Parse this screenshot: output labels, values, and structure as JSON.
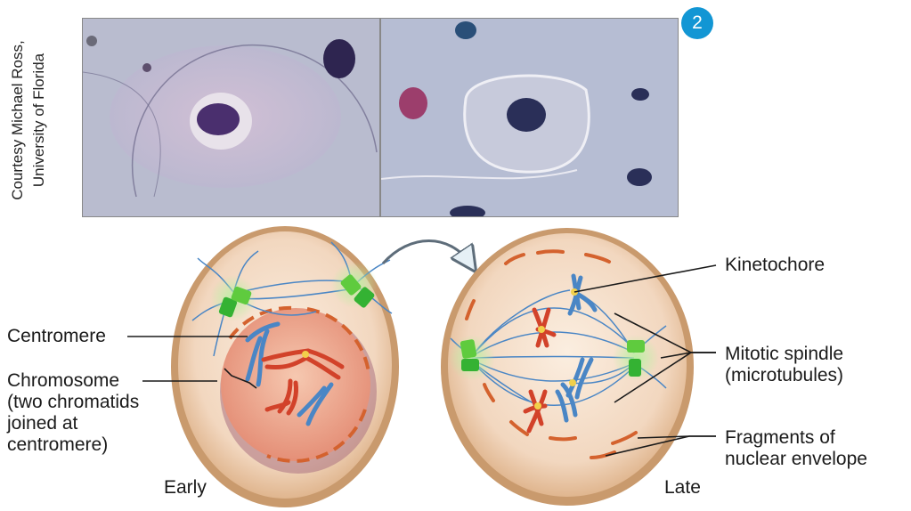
{
  "credit": {
    "line1": "Courtesy Michael Ross,",
    "line2": "University of Florida"
  },
  "step_badge": "2",
  "labels": {
    "kinetochore": "Kinetochore",
    "centromere": "Centromere",
    "chromosome_l1": "Chromosome",
    "chromosome_l2": "(two chromatids",
    "chromosome_l3": "joined at",
    "chromosome_l4": "centromere)",
    "mitotic_l1": "Mitotic spindle",
    "mitotic_l2": "(microtubules)",
    "fragments_l1": "Fragments of",
    "fragments_l2": "nuclear envelope",
    "early": "Early",
    "late": "Late"
  },
  "colors": {
    "badge": "#1296d4",
    "chromosome_blue": "#4a86c5",
    "chromosome_red": "#d2422a",
    "centrosome_green": "#34b233",
    "cell_outline": "#b8865a",
    "envelope_fragment": "#d4622e"
  }
}
